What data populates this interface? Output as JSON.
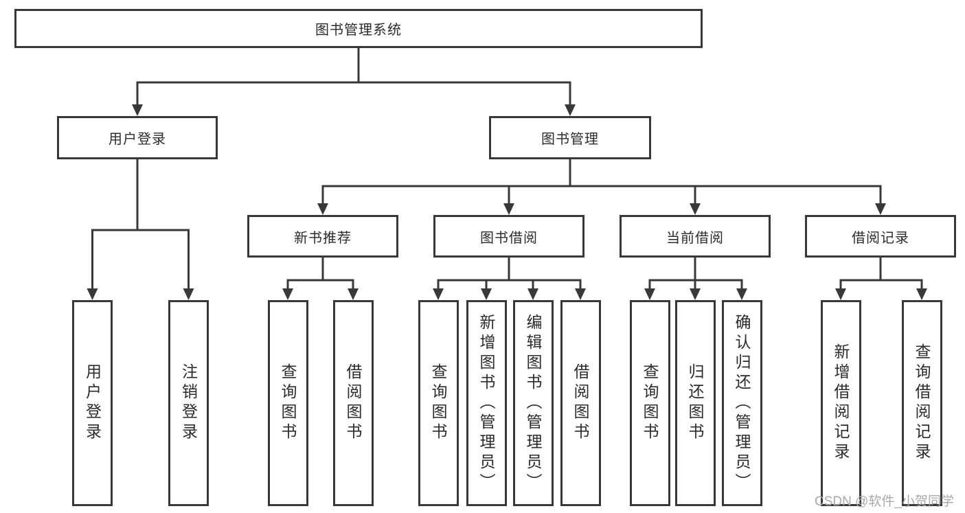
{
  "diagram": {
    "type": "hierarchy-tree",
    "orientation": "top-down"
  },
  "tree": {
    "root": "图书管理系统",
    "branches": [
      {
        "label": "用户登录",
        "children": [
          "用户登录",
          "注销登录"
        ]
      },
      {
        "label": "图书管理",
        "children": [
          {
            "label": "新书推荐",
            "children": [
              "查询图书",
              "借阅图书"
            ]
          },
          {
            "label": "图书借阅",
            "children": [
              "查询图书",
              "新增图书（管理员）",
              "编辑图书（管理员）",
              "借阅图书"
            ]
          },
          {
            "label": "当前借阅",
            "children": [
              "查询图书",
              "归还图书",
              "确认归还（管理员）"
            ]
          },
          {
            "label": "借阅记录",
            "children": [
              "新增借阅记录",
              "查询借阅记录"
            ]
          }
        ]
      }
    ]
  },
  "watermark": "CSDN @软件_小贺同学",
  "colors": {
    "background": "#ffffff",
    "line": "#383838",
    "box_border": "#383838",
    "text": "#2b2b2b",
    "watermark": "#a9a9a9"
  }
}
